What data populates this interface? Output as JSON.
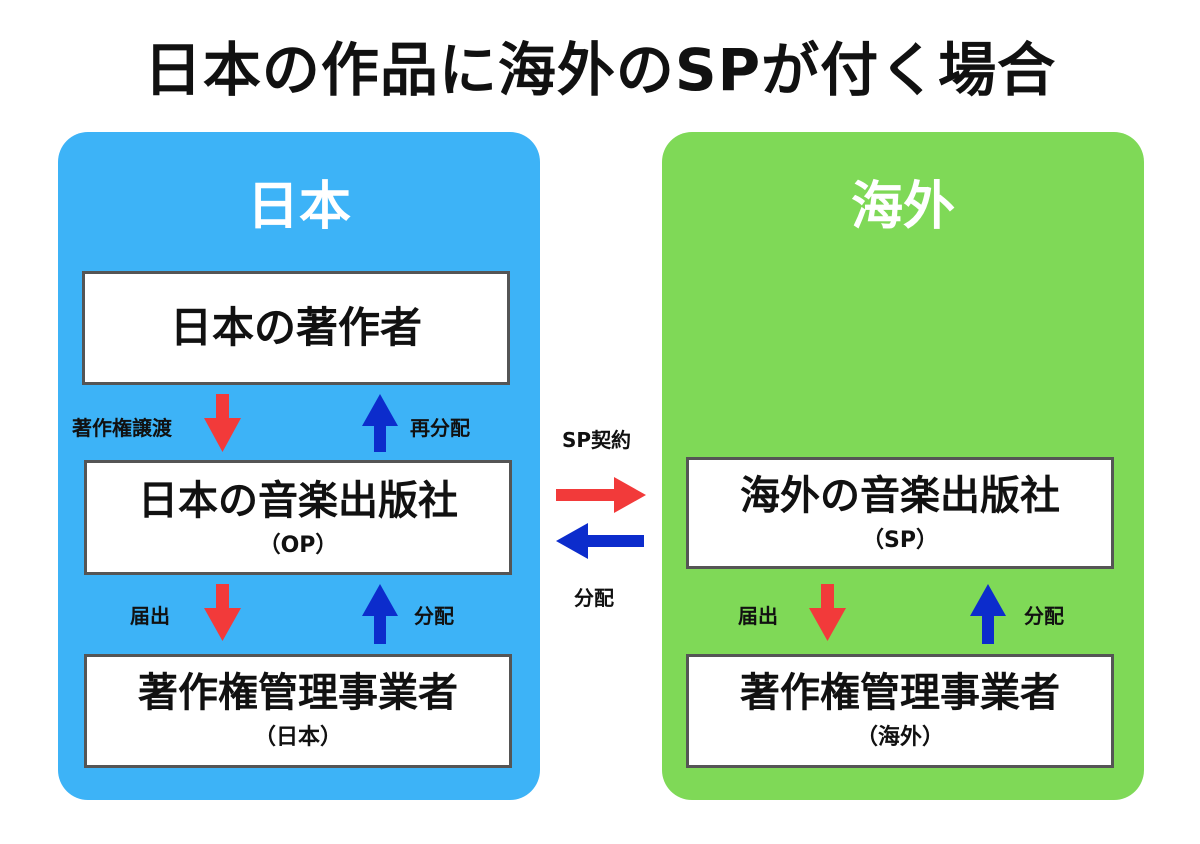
{
  "title": "日本の作品に海外のSPが付く場合",
  "left_panel": {
    "heading": "日本",
    "author_box": {
      "main": "日本の著作者"
    },
    "op_box": {
      "main": "日本の音楽出版社",
      "sub": "（OP）"
    },
    "cmo_box": {
      "main": "著作権管理事業者",
      "sub": "（日本）"
    },
    "label_transfer": "著作権譲渡",
    "label_redistribute": "再分配",
    "label_register": "届出",
    "label_distribute": "分配"
  },
  "right_panel": {
    "heading": "海外",
    "sp_box": {
      "main": "海外の音楽出版社",
      "sub": "（SP）"
    },
    "cmo_box": {
      "main": "著作権管理事業者",
      "sub": "（海外）"
    },
    "label_register": "届出",
    "label_distribute": "分配"
  },
  "middle": {
    "label_contract": "SP契約",
    "label_distribute": "分配"
  },
  "colors": {
    "japan_panel": "#3db3f7",
    "overseas_panel": "#7fd957",
    "red_arrow": "#f23a3a",
    "blue_arrow": "#0c2ccc"
  }
}
